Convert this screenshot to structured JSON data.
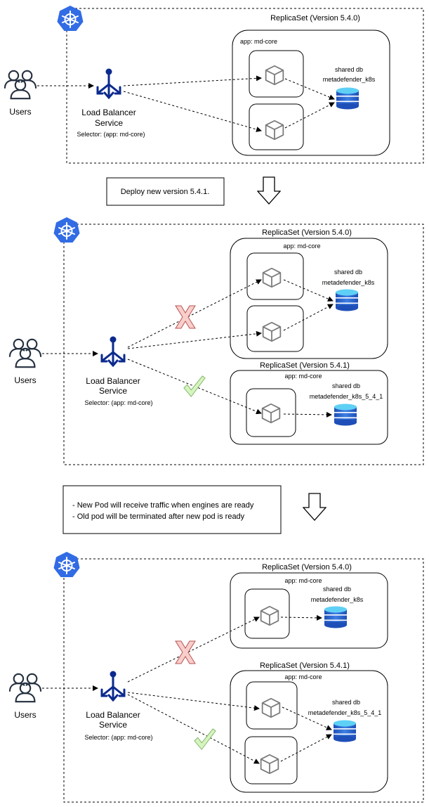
{
  "colors": {
    "k8s_blue": "#326CE5",
    "service_blue": "#0B2A8E",
    "db_blue": "#2F6FD8",
    "pod_border": "#000000",
    "cube_gray": "#7a7a7a",
    "x_fill": "#F8CECC",
    "x_stroke": "#B85450",
    "check_fill": "#D5F5C0",
    "check_stroke": "#82B366"
  },
  "common": {
    "users_label": "Users",
    "lb_line1": "Load Balancer",
    "lb_line2": "Service",
    "selector": "Selector: (app: md-core)",
    "app_label": "app: md-core",
    "shared_db": "shared db"
  },
  "section1": {
    "rs_title": "ReplicaSet (Version 5.4.0)",
    "db_name": "metadefender_k8s"
  },
  "note1": {
    "text": "Deploy new version 5.4.1."
  },
  "section2": {
    "rs_old_title": "ReplicaSet (Version 5.4.0)",
    "rs_old_db": "metadefender_k8s",
    "rs_new_title": "ReplicaSet (Version 5.4.1)",
    "rs_new_db": "metadefender_k8s_5_4_1"
  },
  "note2": {
    "line1": "- New Pod will receive traffic when engines are ready",
    "line2": "- Old pod will be terminated after new pod is ready"
  },
  "section3": {
    "rs_old_title": "ReplicaSet (Version 5.4.0)",
    "rs_old_db": "metadefender_k8s",
    "rs_new_title": "ReplicaSet (Version 5.4.1)",
    "rs_new_db": "metadefender_k8s_5_4_1"
  },
  "icons": [
    "kubernetes-icon",
    "users-icon",
    "load-balancer-icon",
    "pod-cube-icon",
    "database-icon",
    "down-arrow-icon",
    "x-mark-icon",
    "check-mark-icon"
  ]
}
